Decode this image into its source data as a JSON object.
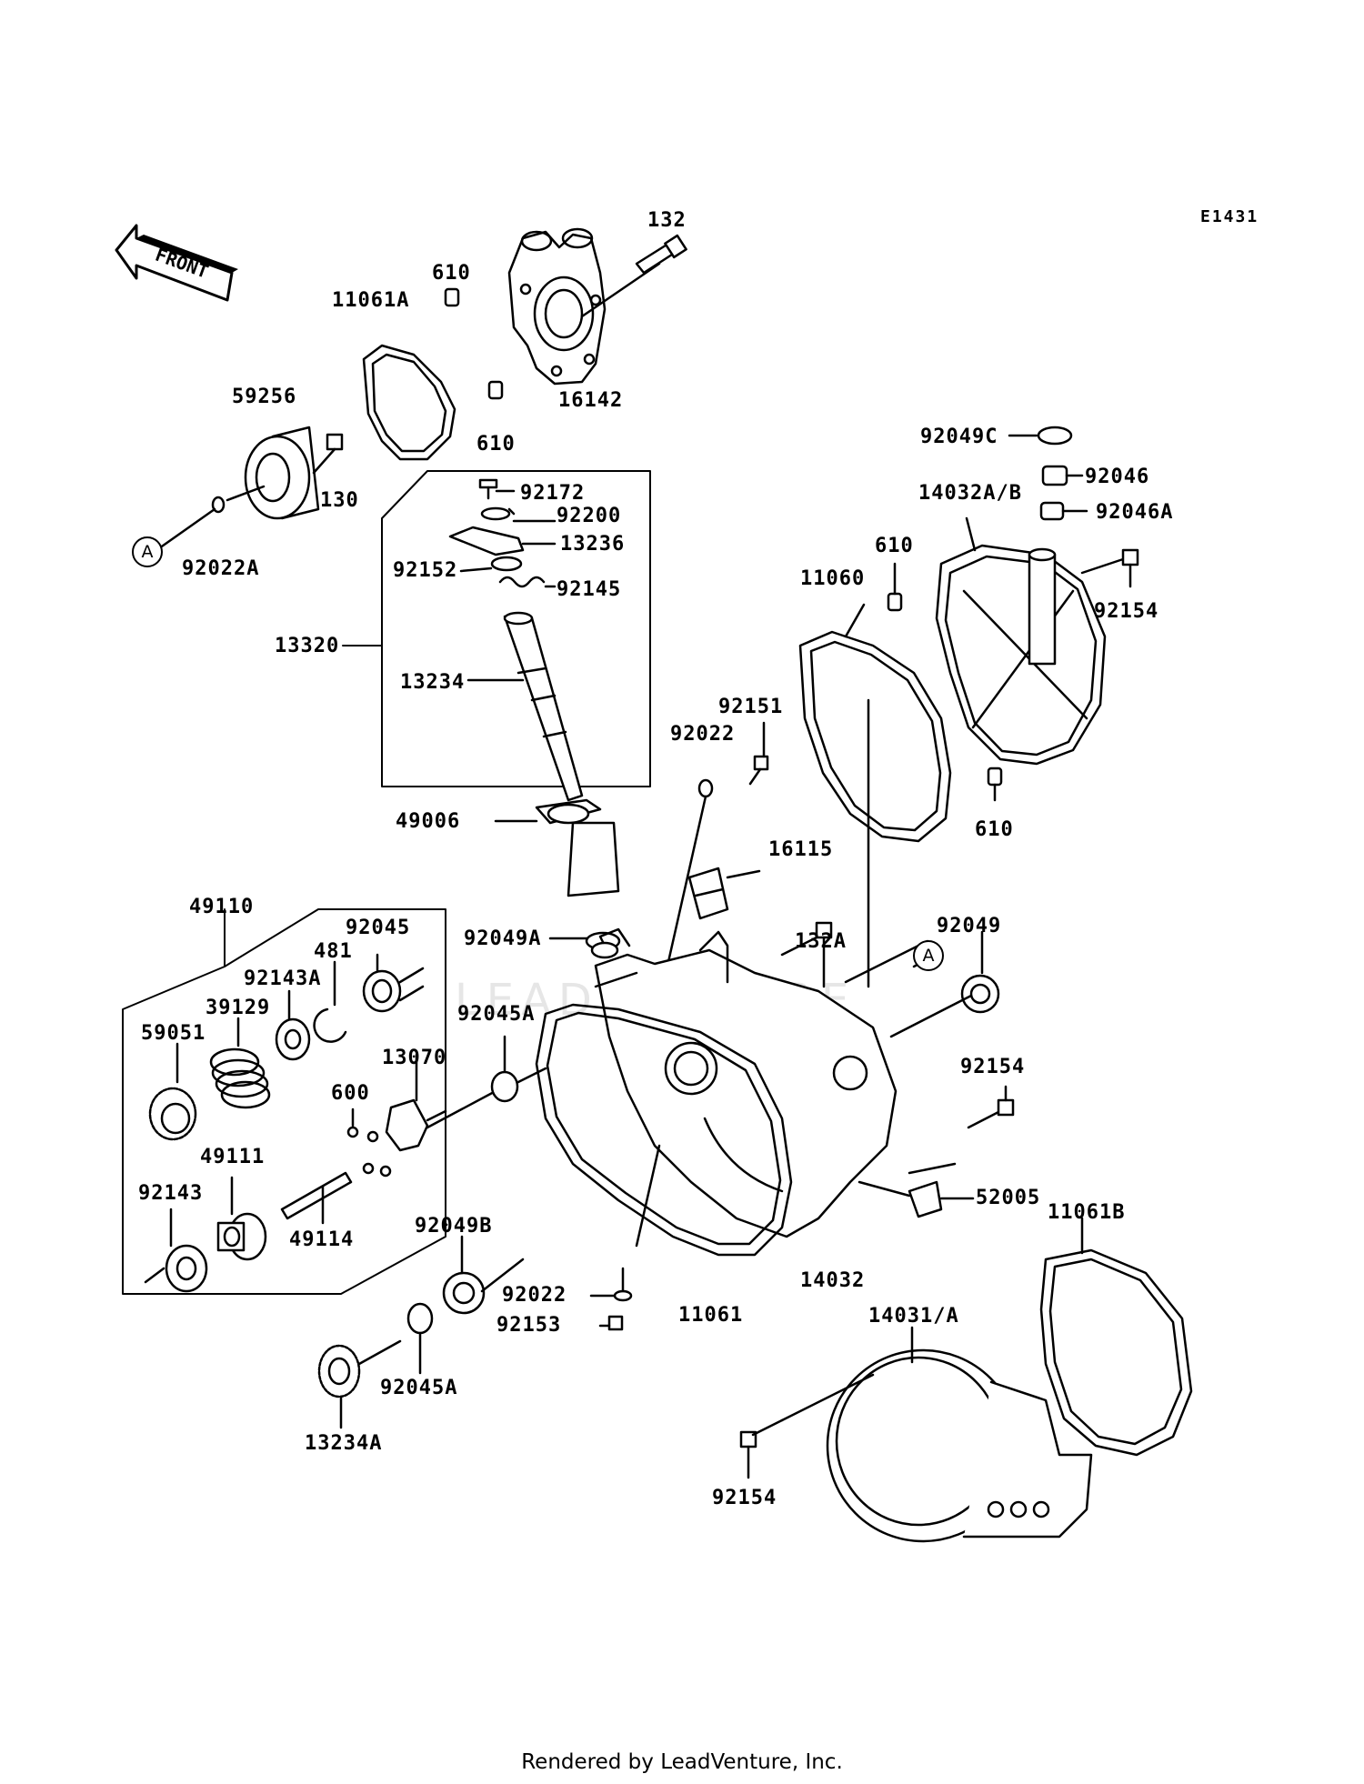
{
  "diagram": {
    "code": "E1431",
    "front_arrow": "FRONT",
    "ref_marker": "A",
    "footer": "Rendered by LeadVenture, Inc.",
    "watermark": "LEADVENTURE"
  },
  "callouts": [
    {
      "id": "c-132",
      "text": "132"
    },
    {
      "id": "c-610a",
      "text": "610"
    },
    {
      "id": "c-11061A",
      "text": "11061A"
    },
    {
      "id": "c-59256",
      "text": "59256"
    },
    {
      "id": "c-130",
      "text": "130"
    },
    {
      "id": "c-16142",
      "text": "16142"
    },
    {
      "id": "c-610b",
      "text": "610"
    },
    {
      "id": "c-92022A",
      "text": "92022A"
    },
    {
      "id": "c-92172",
      "text": "92172"
    },
    {
      "id": "c-92200",
      "text": "92200"
    },
    {
      "id": "c-13236",
      "text": "13236"
    },
    {
      "id": "c-92152",
      "text": "92152"
    },
    {
      "id": "c-92145",
      "text": "92145"
    },
    {
      "id": "c-13320",
      "text": "13320"
    },
    {
      "id": "c-13234",
      "text": "13234"
    },
    {
      "id": "c-92049C",
      "text": "92049C"
    },
    {
      "id": "c-92046",
      "text": "92046"
    },
    {
      "id": "c-14032AB",
      "text": "14032A/B"
    },
    {
      "id": "c-92046A",
      "text": "92046A"
    },
    {
      "id": "c-610c",
      "text": "610"
    },
    {
      "id": "c-11060",
      "text": "11060"
    },
    {
      "id": "c-92154a",
      "text": "92154"
    },
    {
      "id": "c-92151",
      "text": "92151"
    },
    {
      "id": "c-92022a",
      "text": "92022"
    },
    {
      "id": "c-610d",
      "text": "610"
    },
    {
      "id": "c-49006",
      "text": "49006"
    },
    {
      "id": "c-16115",
      "text": "16115"
    },
    {
      "id": "c-49110",
      "text": "49110"
    },
    {
      "id": "c-92049A",
      "text": "92049A"
    },
    {
      "id": "c-132A",
      "text": "132A"
    },
    {
      "id": "c-92049",
      "text": "92049"
    },
    {
      "id": "c-92045",
      "text": "92045"
    },
    {
      "id": "c-481",
      "text": "481"
    },
    {
      "id": "c-92143A",
      "text": "92143A"
    },
    {
      "id": "c-39129",
      "text": "39129"
    },
    {
      "id": "c-59051",
      "text": "59051"
    },
    {
      "id": "c-92045A",
      "text": "92045A"
    },
    {
      "id": "c-13070",
      "text": "13070"
    },
    {
      "id": "c-600",
      "text": "600"
    },
    {
      "id": "c-92154b",
      "text": "92154"
    },
    {
      "id": "c-49111",
      "text": "49111"
    },
    {
      "id": "c-92143",
      "text": "92143"
    },
    {
      "id": "c-49114",
      "text": "49114"
    },
    {
      "id": "c-52005",
      "text": "52005"
    },
    {
      "id": "c-11061B",
      "text": "11061B"
    },
    {
      "id": "c-92049B",
      "text": "92049B"
    },
    {
      "id": "c-14032",
      "text": "14032"
    },
    {
      "id": "c-92022b",
      "text": "92022"
    },
    {
      "id": "c-11061",
      "text": "11061"
    },
    {
      "id": "c-92153",
      "text": "92153"
    },
    {
      "id": "c-14031A",
      "text": "14031/A"
    },
    {
      "id": "c-92045Ab",
      "text": "92045A"
    },
    {
      "id": "c-13234A",
      "text": "13234A"
    },
    {
      "id": "c-92154c",
      "text": "92154"
    }
  ]
}
